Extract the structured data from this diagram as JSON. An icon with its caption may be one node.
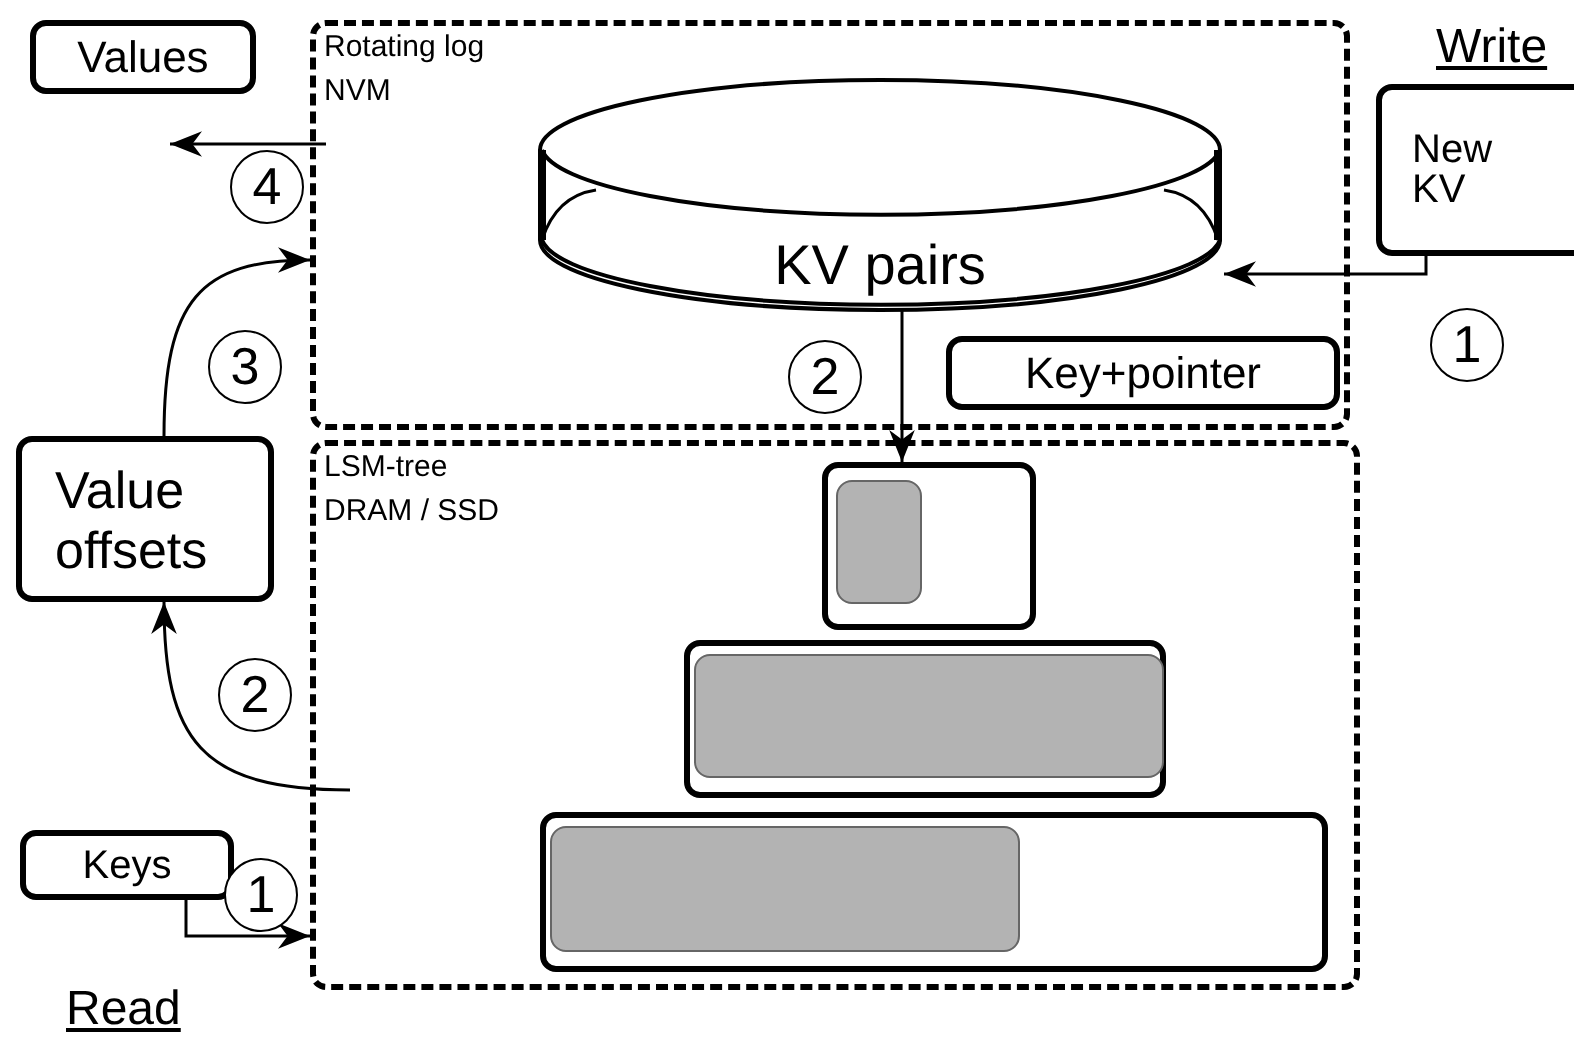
{
  "diagram": {
    "nodes": [
      {
        "text": [
          "Rotating log",
          "NVM"
        ]
      },
      {
        "text": [
          "KV pairs"
        ],
        "in": 0
      },
      {
        "text": [
          "Key+pointer"
        ],
        "in": 0
      },
      {
        "text": [
          "LSM-tree",
          "DRAM / SSD"
        ]
      },
      {
        "text": [],
        "shape": "box",
        "in": 3
      },
      {
        "text": [],
        "shape": "box",
        "in": 3
      },
      {
        "text": [],
        "shape": "box",
        "in": 3
      },
      {
        "text": [
          "Values"
        ]
      },
      {
        "text": [
          "Value offsets"
        ]
      },
      {
        "text": [
          "Keys"
        ]
      },
      {
        "text": [
          "New KV"
        ]
      },
      {
        "text": [],
        "shape": "bar",
        "in": 4
      },
      {
        "text": [],
        "shape": "bar",
        "in": 5
      },
      {
        "text": [],
        "shape": "bar",
        "in": 6
      }
    ],
    "edges": [
      {
        "from": 10,
        "to": 1,
        "arrow": "to"
      },
      {
        "from": 1,
        "to": 4,
        "arrow": "to"
      },
      {
        "from": 9,
        "to": 3,
        "arrow": "to"
      },
      {
        "from": 3,
        "to": 8,
        "arrow": "to"
      },
      {
        "from": 8,
        "to": 0,
        "arrow": "to"
      },
      {
        "from": 0,
        "to": 7,
        "arrow": "to"
      }
    ],
    "labels": [
      "Write",
      "4",
      "1",
      "3",
      "2",
      "2",
      "1",
      "Read"
    ]
  }
}
